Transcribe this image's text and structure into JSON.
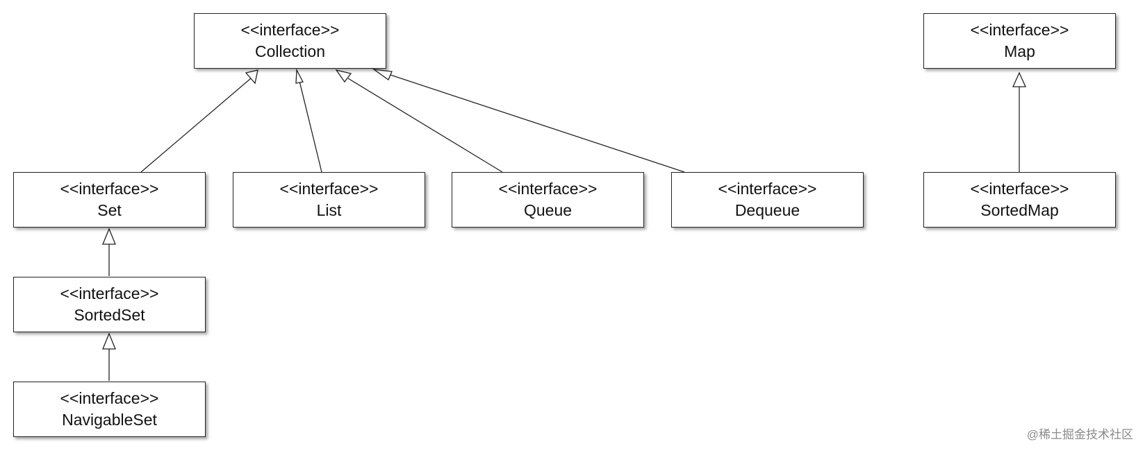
{
  "diagram": {
    "nodes": {
      "collection": {
        "stereotype": "<<interface>>",
        "name": "Collection"
      },
      "map": {
        "stereotype": "<<interface>>",
        "name": "Map"
      },
      "set": {
        "stereotype": "<<interface>>",
        "name": "Set"
      },
      "list": {
        "stereotype": "<<interface>>",
        "name": "List"
      },
      "queue": {
        "stereotype": "<<interface>>",
        "name": "Queue"
      },
      "dequeue": {
        "stereotype": "<<interface>>",
        "name": "Dequeue"
      },
      "sorted_map": {
        "stereotype": "<<interface>>",
        "name": "SortedMap"
      },
      "sorted_set": {
        "stereotype": "<<interface>>",
        "name": "SortedSet"
      },
      "navigable_set": {
        "stereotype": "<<interface>>",
        "name": "NavigableSet"
      }
    },
    "edges": [
      {
        "from": "Set",
        "to": "Collection",
        "kind": "generalization"
      },
      {
        "from": "List",
        "to": "Collection",
        "kind": "generalization"
      },
      {
        "from": "Queue",
        "to": "Collection",
        "kind": "generalization"
      },
      {
        "from": "Dequeue",
        "to": "Collection",
        "kind": "generalization"
      },
      {
        "from": "SortedMap",
        "to": "Map",
        "kind": "generalization"
      },
      {
        "from": "SortedSet",
        "to": "Set",
        "kind": "generalization"
      },
      {
        "from": "NavigableSet",
        "to": "SortedSet",
        "kind": "generalization"
      }
    ]
  },
  "watermark": "@稀土掘金技术社区"
}
